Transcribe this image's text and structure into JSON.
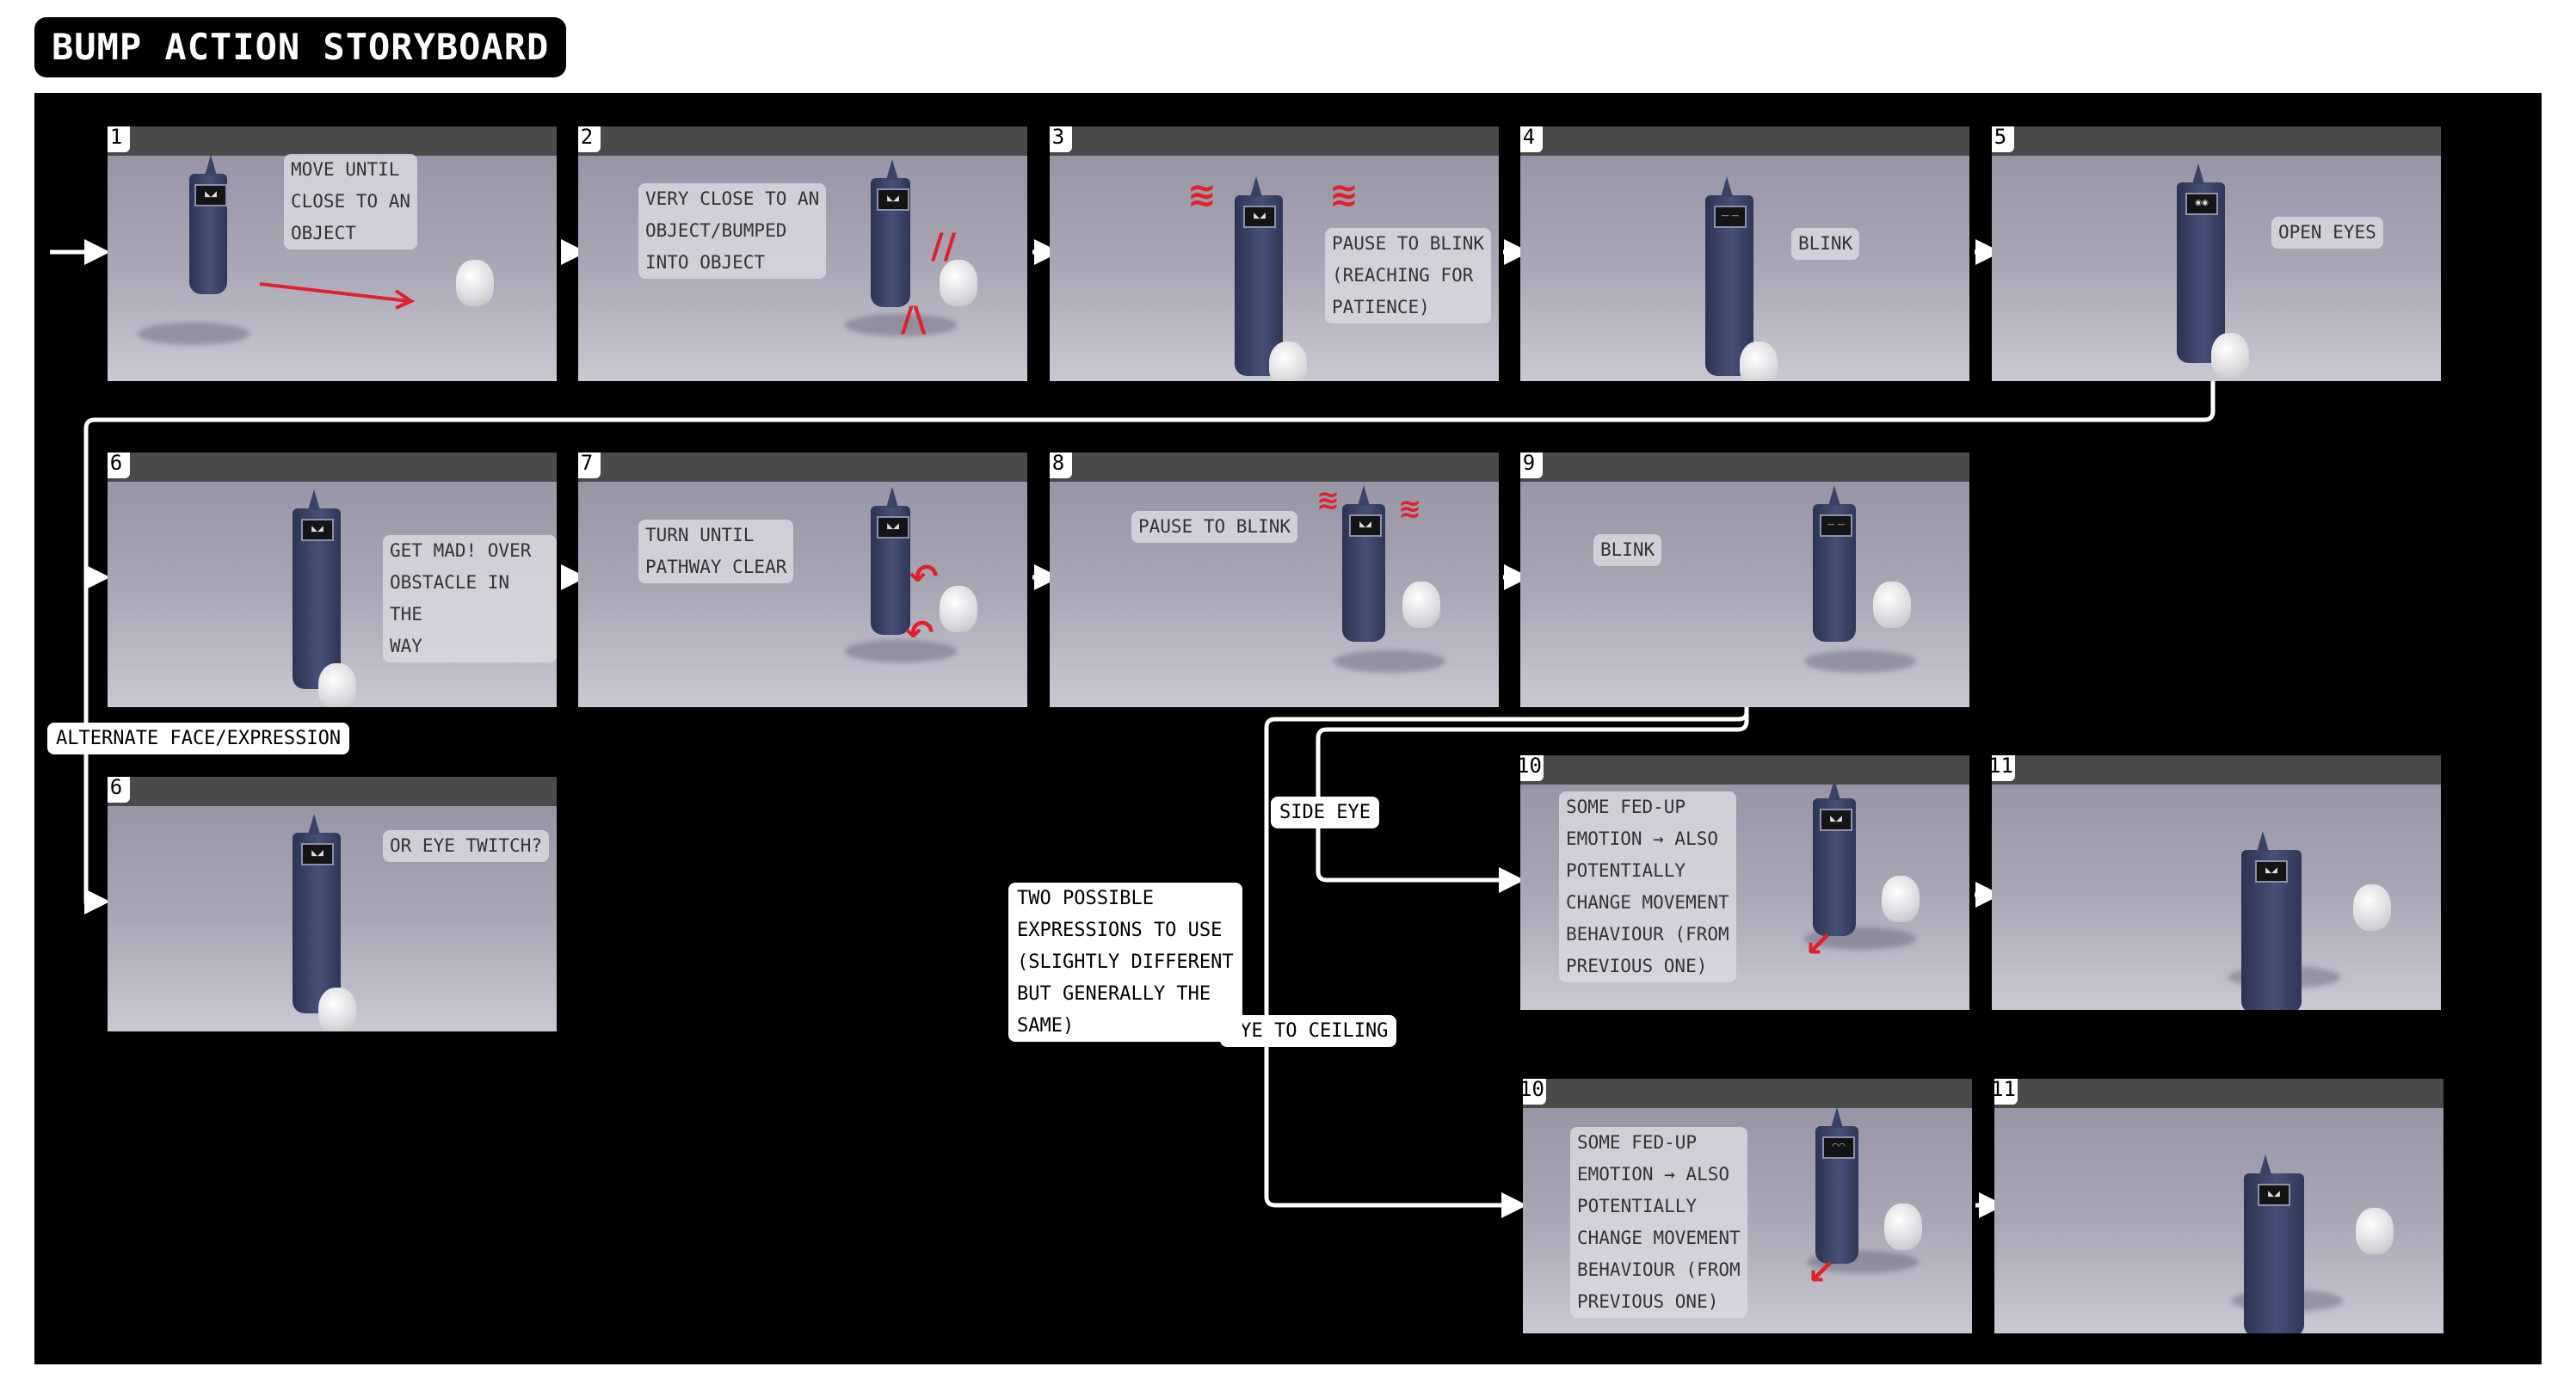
{
  "title": "BUMP ACTION STORYBOARD",
  "frames": {
    "f1": {
      "number": "1",
      "caption": "MOVE UNTIL\nCLOSE TO AN\nOBJECT"
    },
    "f2": {
      "number": "2",
      "caption": "VERY CLOSE TO AN\nOBJECT/BUMPED\nINTO OBJECT"
    },
    "f3": {
      "number": "3",
      "caption": "PAUSE TO BLINK\n(REACHING FOR\nPATIENCE)"
    },
    "f4": {
      "number": "4",
      "caption": "BLINK"
    },
    "f5": {
      "number": "5",
      "caption": "OPEN EYES"
    },
    "f6": {
      "number": "6",
      "caption": "GET MAD! OVER\nOBSTACLE IN THE\nWAY"
    },
    "f7": {
      "number": "7",
      "caption": "TURN UNTIL\nPATHWAY CLEAR"
    },
    "f8": {
      "number": "8",
      "caption": "PAUSE TO BLINK"
    },
    "f9": {
      "number": "9",
      "caption": "BLINK"
    },
    "f6b": {
      "number": "6",
      "caption": "OR EYE TWITCH?"
    },
    "f10a": {
      "number": "10",
      "caption": "SOME FED-UP\nEMOTION → ALSO\nPOTENTIALLY\nCHANGE MOVEMENT\nBEHAVIOUR (FROM\nPREVIOUS ONE)"
    },
    "f11a": {
      "number": "11",
      "caption": ""
    },
    "f10b": {
      "number": "10",
      "caption": "SOME FED-UP\nEMOTION → ALSO\nPOTENTIALLY\nCHANGE MOVEMENT\nBEHAVIOUR (FROM\nPREVIOUS ONE)"
    },
    "f11b": {
      "number": "11",
      "caption": ""
    }
  },
  "labels": {
    "alternate": "ALTERNATE FACE/EXPRESSION",
    "side_eye": "SIDE EYE",
    "eye_to_ceiling": "EYE TO CEILING",
    "two_expressions": "TWO POSSIBLE\nEXPRESSIONS TO USE\n(SLIGHTLY DIFFERENT\nBUT GENERALLY THE\nSAME)"
  },
  "colors": {
    "board": "#000000",
    "connector": "#ffffff",
    "motion_mark": "#e0212b",
    "robot": "#3b4468",
    "stage_header": "#4a4a4a",
    "stage_floor": "#a9a7b5"
  }
}
